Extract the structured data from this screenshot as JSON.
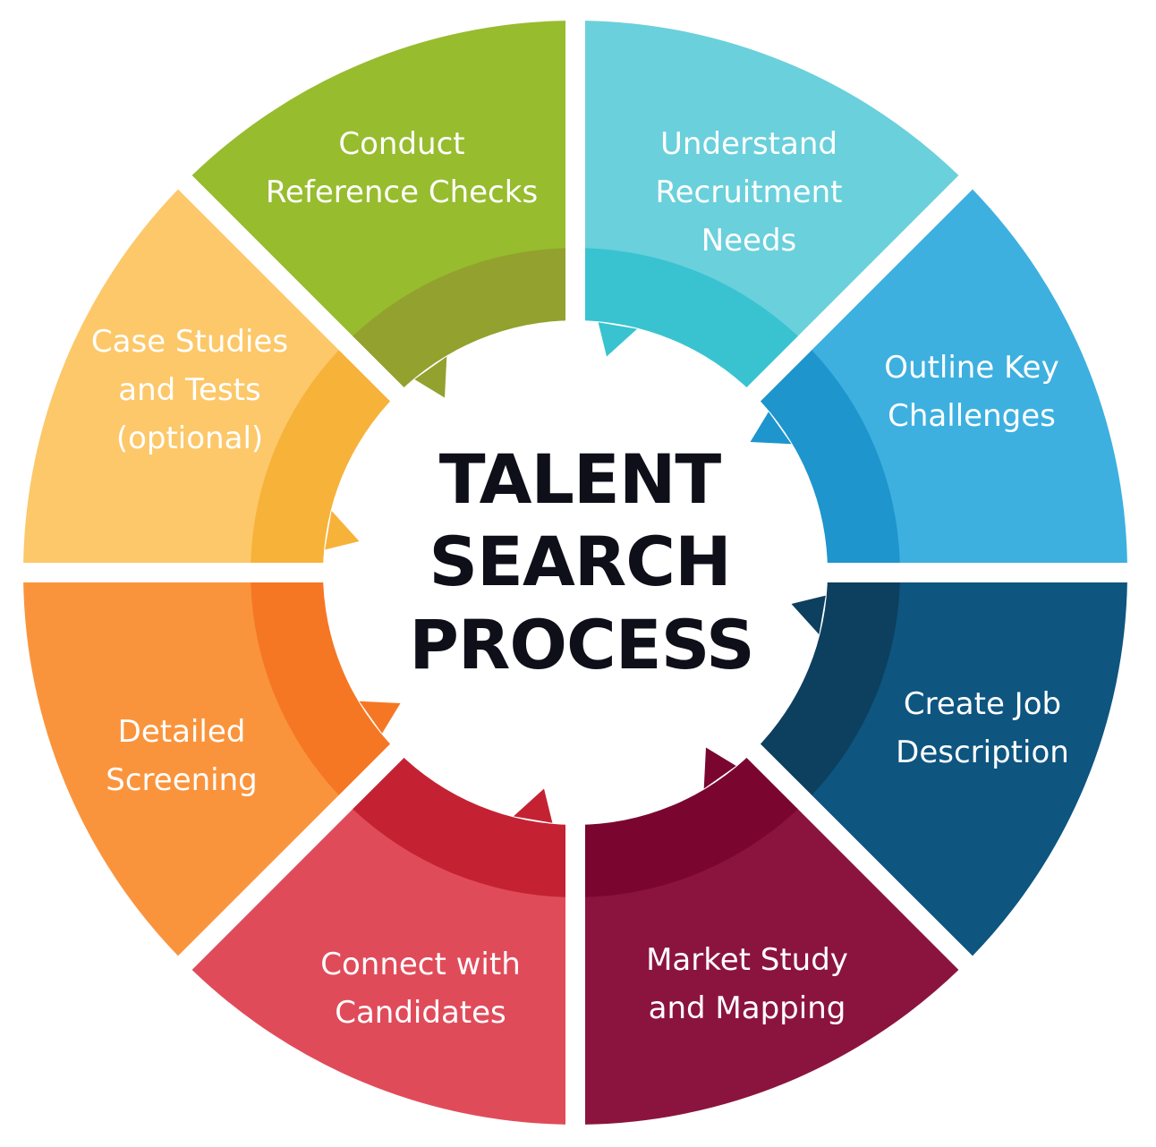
{
  "center": {
    "lines": [
      "TALENT",
      "SEARCH",
      "PROCESS"
    ]
  },
  "segments": [
    {
      "id": "understand-recruitment-needs",
      "lines": [
        "Understand",
        "Recruitment",
        "Needs"
      ],
      "color": "#6AD0DC",
      "inner_color": "#39C3D0"
    },
    {
      "id": "outline-key-challenges",
      "lines": [
        "Outline Key",
        "Challenges"
      ],
      "color": "#3DB0E0",
      "inner_color": "#1E95CC"
    },
    {
      "id": "create-job-description",
      "lines": [
        "Create Job",
        "Description"
      ],
      "color": "#0E5580",
      "inner_color": "#0D3F5F"
    },
    {
      "id": "market-study-and-mapping",
      "lines": [
        "Market Study",
        "and Mapping"
      ],
      "color": "#8B143F",
      "inner_color": "#7A0630"
    },
    {
      "id": "connect-with-candidates",
      "lines": [
        "Connect with",
        "Candidates"
      ],
      "color": "#E04B5A",
      "inner_color": "#C42233"
    },
    {
      "id": "detailed-screening",
      "lines": [
        "Detailed",
        "Screening"
      ],
      "color": "#FA943C",
      "inner_color": "#F57724"
    },
    {
      "id": "case-studies-and-tests",
      "lines": [
        "Case Studies",
        "and Tests",
        "(optional)"
      ],
      "color": "#FCC86A",
      "inner_color": "#F7B23A"
    },
    {
      "id": "conduct-reference-checks",
      "lines": [
        "Conduct",
        "Reference Checks"
      ],
      "color": "#97BC2E",
      "inner_color": "#93A12E"
    }
  ]
}
